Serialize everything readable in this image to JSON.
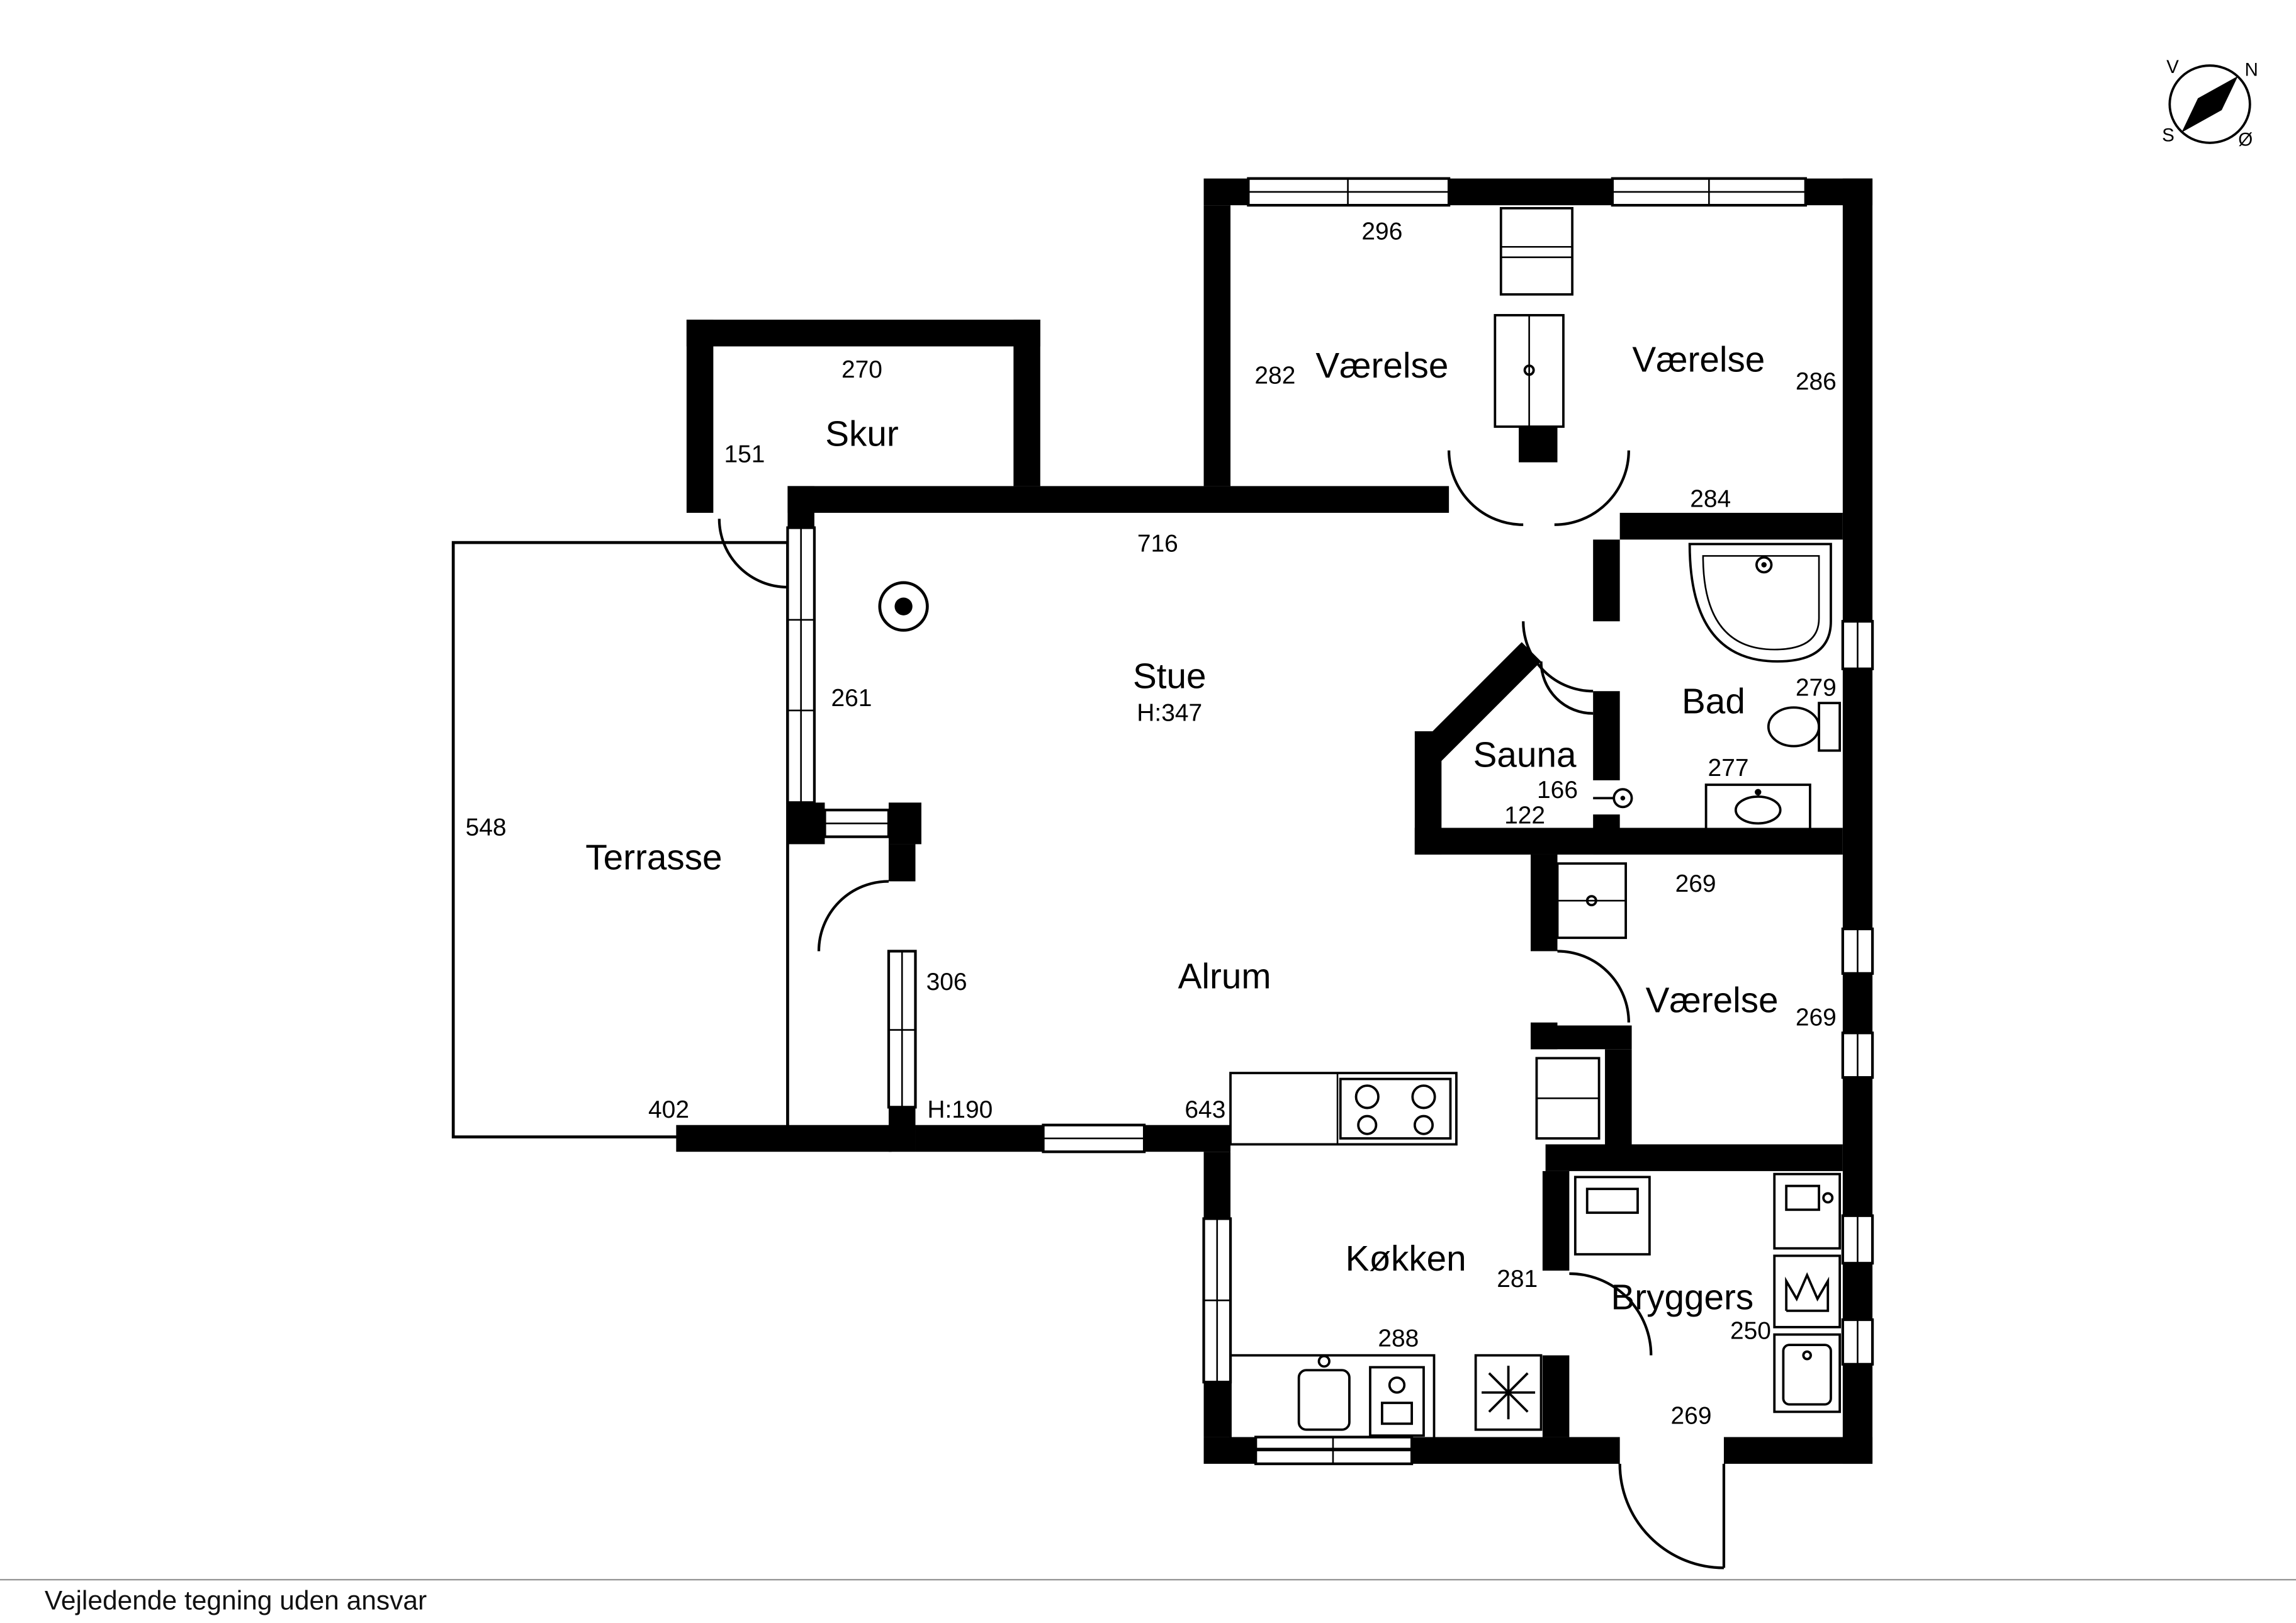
{
  "compass": {
    "n": "N",
    "v": "V",
    "s": "S",
    "oe": "Ø"
  },
  "rooms": {
    "skur": "Skur",
    "vaerelse_nw": "Værelse",
    "vaerelse_ne": "Værelse",
    "bad": "Bad",
    "sauna": "Sauna",
    "stue": "Stue",
    "stue_ceiling": "H:347",
    "terrasse": "Terrasse",
    "alrum": "Alrum",
    "vaerelse_e": "Værelse",
    "koekken": "Køkken",
    "bryggers": "Bryggers"
  },
  "dims": {
    "skur_w": "270",
    "skur_d": "151",
    "vaerelse_nw_w": "296",
    "vaerelse_nw_d": "282",
    "vaerelse_ne_d": "286",
    "bad_w": "284",
    "bad_d": "279",
    "bad_inner": "277",
    "sauna_d": "166",
    "sauna_w": "122",
    "stue_w": "716",
    "stue_win": "261",
    "terrasse_d": "548",
    "terrasse_w": "402",
    "alrum_win": "306",
    "door_h": "H:190",
    "alrum_w": "643",
    "vaerelse_e_w": "269",
    "vaerelse_e_d": "269",
    "koekken_w": "288",
    "koekken_d": "281",
    "bryggers_w": "250",
    "bryggers_d": "269"
  },
  "footer": {
    "disclaimer": "Vejledende tegning uden ansvar"
  }
}
